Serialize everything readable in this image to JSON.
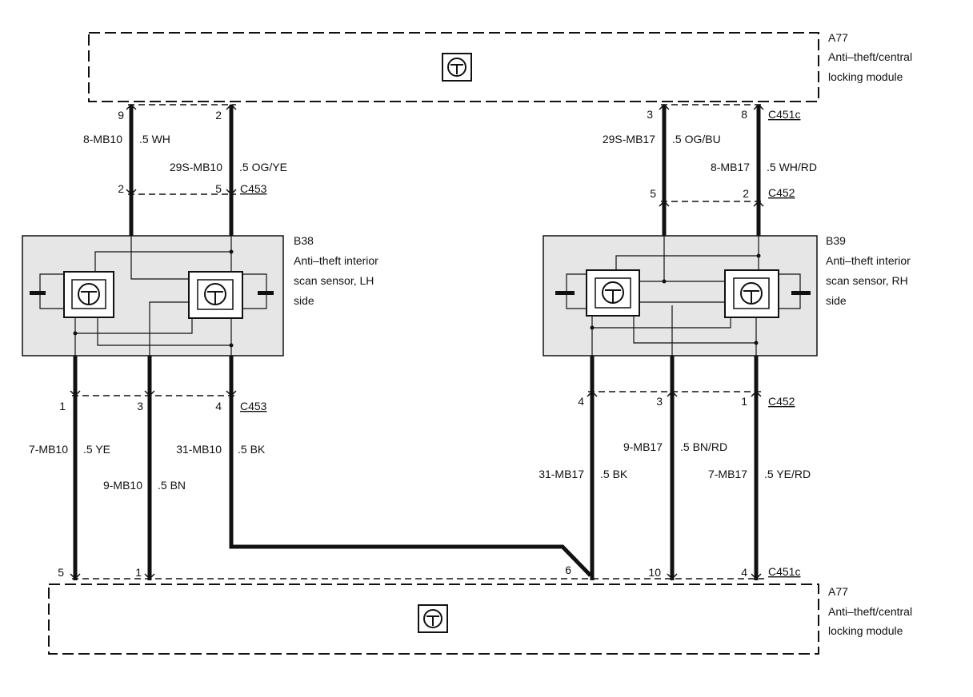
{
  "module_top": {
    "id": "A77",
    "line1": "Anti–theft/central",
    "line2": "locking module"
  },
  "module_bottom": {
    "id": "A77",
    "line1": "Anti–theft/central",
    "line2": "locking module"
  },
  "sensor_lh": {
    "id": "B38",
    "line1": "Anti–theft interior",
    "line2": "scan sensor, LH",
    "line3": "side"
  },
  "sensor_rh": {
    "id": "B39",
    "line1": "Anti–theft interior",
    "line2": "scan sensor, RH",
    "line3": "side"
  },
  "connectors": {
    "c451c_top": "C451c",
    "c453_upper": "C453",
    "c452_upper": "C452",
    "c453_lower": "C453",
    "c452_lower": "C452",
    "c451c_bottom": "C451c"
  },
  "pins": {
    "top_lh_a": "9",
    "top_lh_b": "2",
    "top_rh_a": "3",
    "top_rh_b": "8",
    "c453u_a": "2",
    "c453u_b": "5",
    "c452u_a": "5",
    "c452u_b": "2",
    "c453l_a": "1",
    "c453l_b": "3",
    "c453l_c": "4",
    "c452l_a": "4",
    "c452l_b": "3",
    "c452l_c": "1",
    "bot_a": "5",
    "bot_b": "1",
    "bot_c": "6",
    "bot_d": "10",
    "bot_e": "4"
  },
  "wires": {
    "w8mb10": "8-MB10",
    "w8mb10_c": ".5 WH",
    "w29smb10": "29S-MB10",
    "w29smb10_c": ".5 OG/YE",
    "w29smb17": "29S-MB17",
    "w29smb17_c": ".5 OG/BU",
    "w8mb17": "8-MB17",
    "w8mb17_c": ".5 WH/RD",
    "w7mb10": "7-MB10",
    "w7mb10_c": ".5 YE",
    "w9mb10": "9-MB10",
    "w9mb10_c": ".5 BN",
    "w31mb10": "31-MB10",
    "w31mb10_c": ".5 BK",
    "w31mb17": "31-MB17",
    "w31mb17_c": ".5 BK",
    "w9mb17": "9-MB17",
    "w9mb17_c": ".5 BN/RD",
    "w7mb17": "7-MB17",
    "w7mb17_c": ".5 YE/RD"
  }
}
